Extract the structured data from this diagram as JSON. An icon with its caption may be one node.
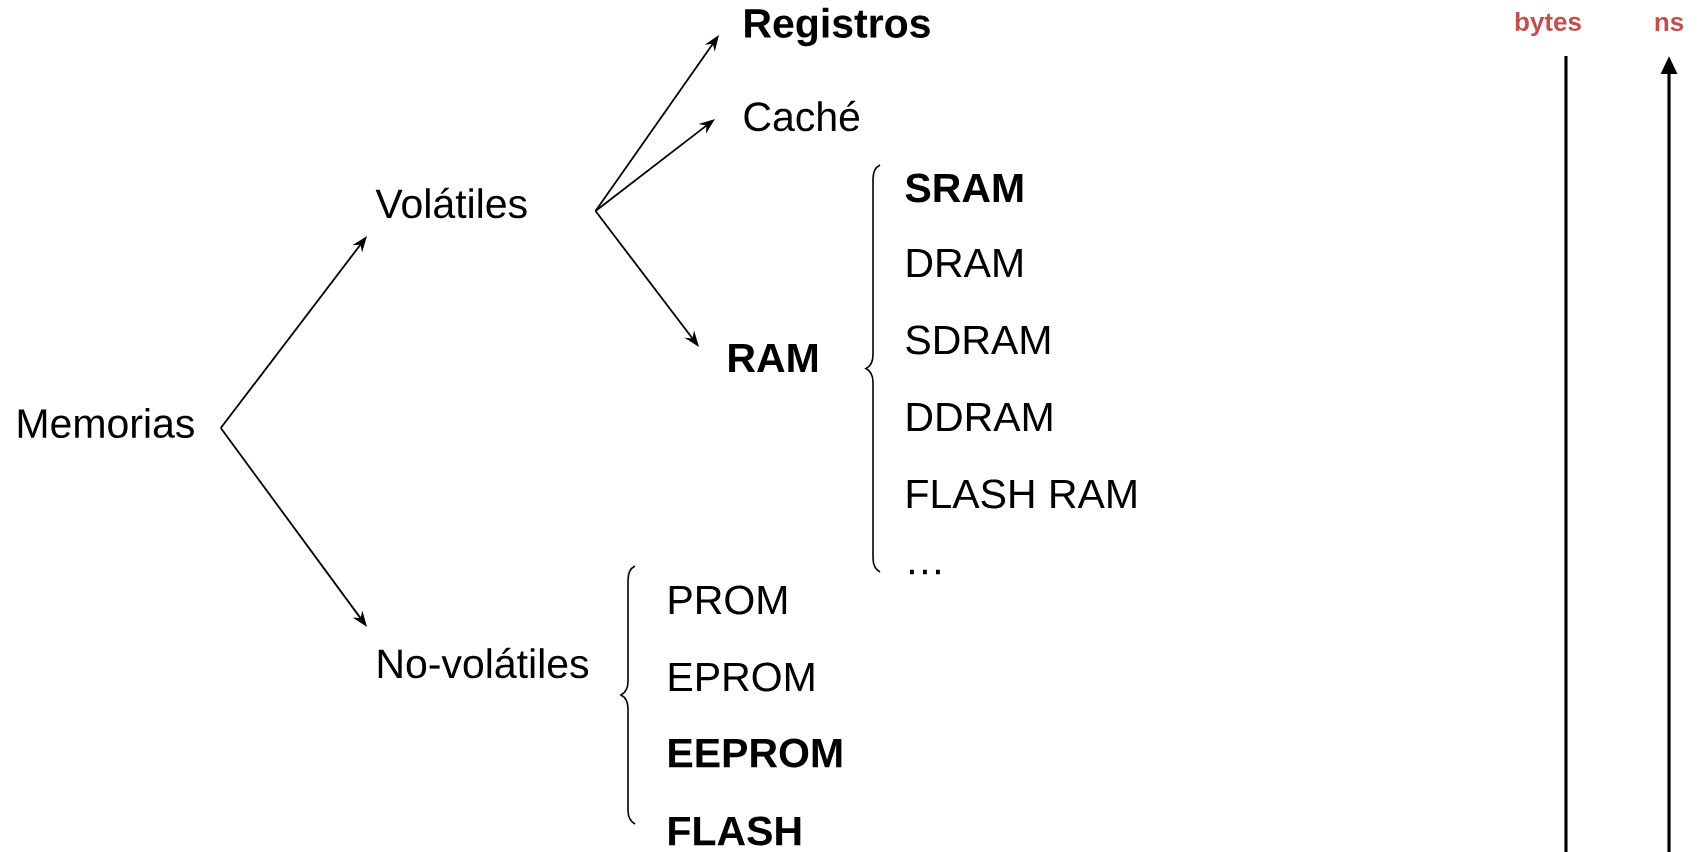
{
  "diagram": {
    "nodes": [
      {
        "text": [
          "Memorias"
        ]
      },
      {
        "text": [
          "Volátiles"
        ]
      },
      {
        "text": [
          "No-volátiles"
        ]
      },
      {
        "text": [
          "Registros"
        ]
      },
      {
        "text": [
          "Caché"
        ]
      },
      {
        "text": [
          "RAM"
        ]
      }
    ],
    "edges": [
      {
        "from": 0,
        "to": 1,
        "arrow": "to"
      },
      {
        "from": 0,
        "to": 2,
        "arrow": "to"
      },
      {
        "from": 1,
        "to": 3,
        "arrow": "to"
      },
      {
        "from": 1,
        "to": 4,
        "arrow": "to"
      },
      {
        "from": 1,
        "to": 5,
        "arrow": "to"
      }
    ],
    "labels": [
      "bytes",
      "ns",
      "SRAM",
      "DRAM",
      "SDRAM",
      "DDRAM",
      "FLASH RAM",
      "…",
      "PROM",
      "EPROM",
      "EEPROM",
      "FLASH"
    ]
  }
}
